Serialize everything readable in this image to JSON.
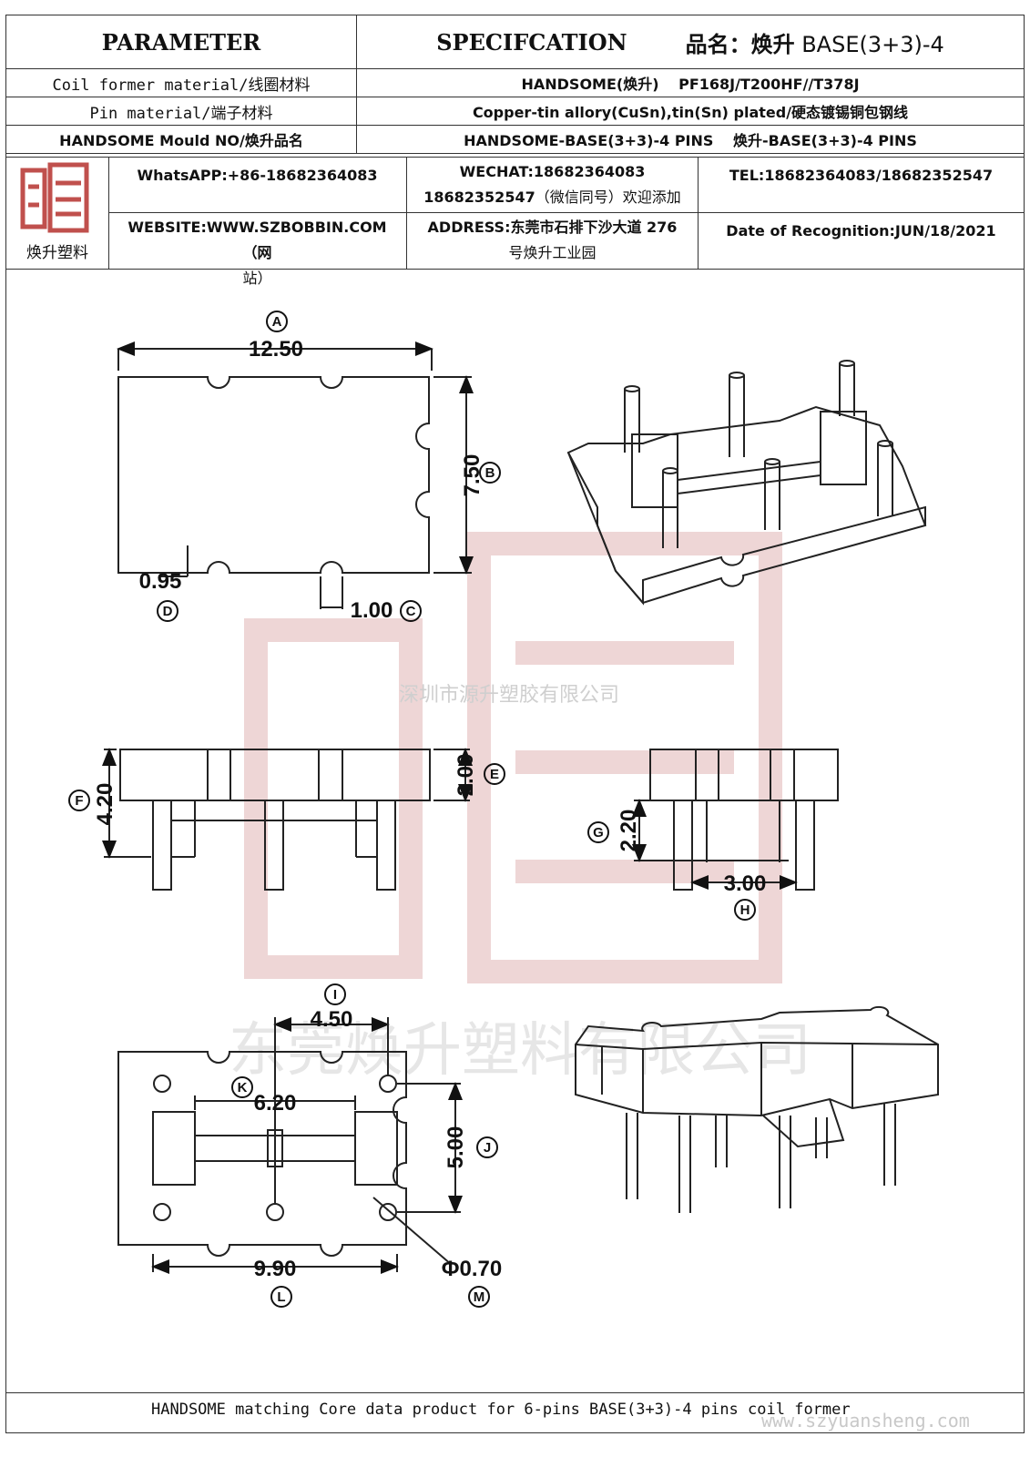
{
  "header": {
    "parameter": "PARAMETER",
    "specification": "SPECIFCATION",
    "product_name_label": "品名：",
    "product_name_brand": "焕升",
    "product_name_model": "BASE(3+3)-4",
    "rows": [
      {
        "label": "Coil former material/线圈材料",
        "value": "HANDSOME(焕升)　 PF168J/T200HF//T378J"
      },
      {
        "label": "Pin material/端子材料",
        "value": "Copper-tin allory(CuSn),tin(Sn) plated/硬态镀锡铜包钢线"
      },
      {
        "label": "HANDSOME Mould NO/焕升品名",
        "value": "HANDSOME-BASE(3+3)-4 PINS　 焕升-BASE(3+3)-4 PINS"
      }
    ]
  },
  "contact": {
    "logo_text": "焕升塑料",
    "whatsapp": "WhatsAPP:+86-18682364083",
    "wechat_line1": "WECHAT:18682364083",
    "wechat_line2_num": "18682352547",
    "wechat_line2_note": "（微信同号）欢迎添加",
    "tel": "TEL:18682364083/18682352547",
    "website_line1": "WEBSITE:WWW.SZBOBBIN.COM（网",
    "website_line2": "站）",
    "address_line1": "ADDRESS:东莞市石排下沙大道 276",
    "address_line2": "号焕升工业园",
    "date": "Date of Recognition:JUN/18/2021"
  },
  "dimensions": {
    "A": {
      "letter": "A",
      "value": "12.50"
    },
    "B": {
      "letter": "B",
      "value": "7.50"
    },
    "C": {
      "letter": "C",
      "value": "1.00"
    },
    "D": {
      "letter": "D",
      "value": "0.95"
    },
    "E": {
      "letter": "E",
      "value": "2.00"
    },
    "F": {
      "letter": "F",
      "value": "4.20"
    },
    "G": {
      "letter": "G",
      "value": "2.20"
    },
    "H": {
      "letter": "H",
      "value": "3.00"
    },
    "I": {
      "letter": "I",
      "value": "4.50"
    },
    "J": {
      "letter": "J",
      "value": "5.00"
    },
    "K": {
      "letter": "K",
      "value": "6.20"
    },
    "L": {
      "letter": "L",
      "value": "9.90"
    },
    "M": {
      "letter": "M",
      "value": "Φ0.70"
    }
  },
  "watermarks": {
    "company_small": "深圳市源升塑胶有限公司",
    "company_large": "东莞焕升塑料有限公司",
    "url": "www.szyuansheng.com"
  },
  "footer": {
    "text": "HANDSOME matching Core data  product for 6-pins BASE(3+3)-4 pins coil former"
  },
  "colors": {
    "line": "#333333",
    "watermark": "#e2c4c4"
  }
}
